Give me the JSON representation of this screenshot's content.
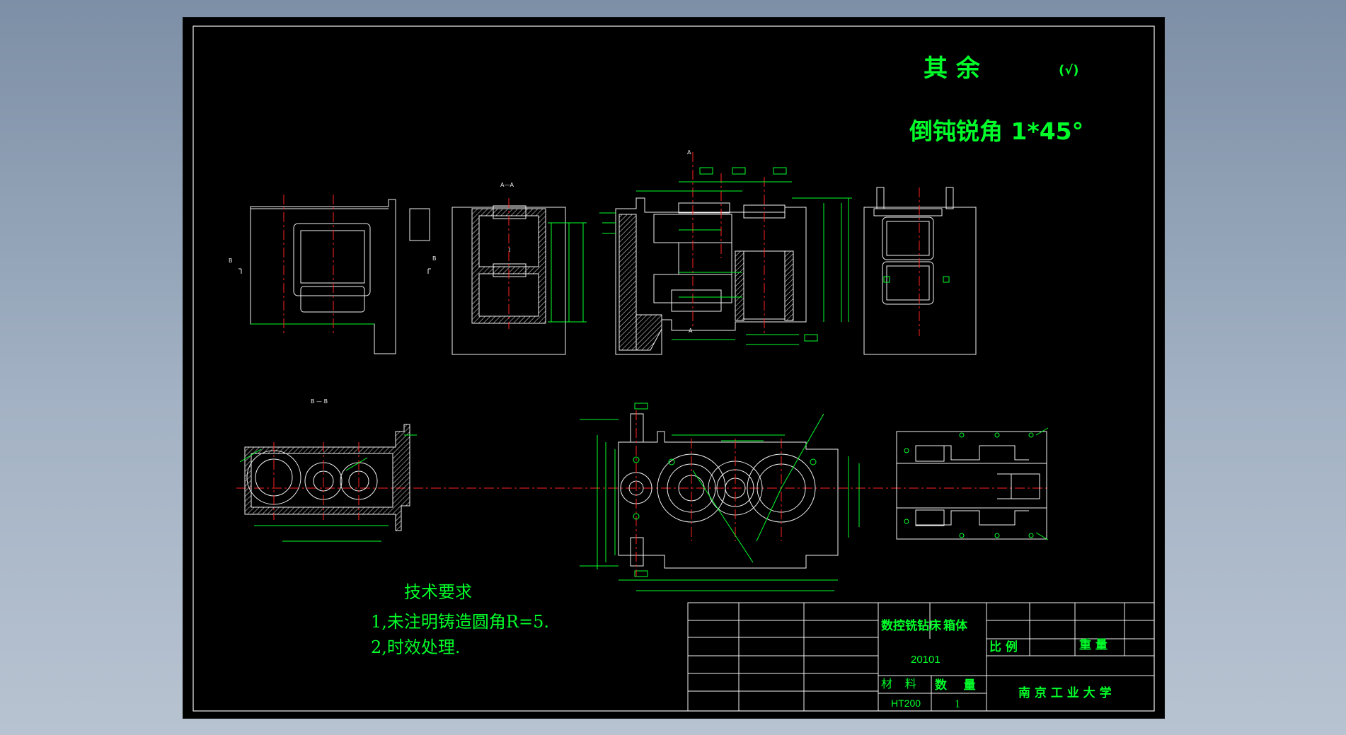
{
  "header": {
    "rest_label": "其 余",
    "roughness_symbol": "(√)",
    "chamfer_note": "倒钝锐角 1*45°"
  },
  "views": {
    "section_aa_label": "A—A",
    "section_bb_label": "B — B",
    "marker_a_top": "A",
    "marker_a_bottom": "A",
    "marker_b_left": "B",
    "marker_b_right": "B",
    "marker_i": "I"
  },
  "tech_requirements": {
    "title": "技术要求",
    "items": [
      "1,未注明铸造圆角R=5.",
      "2,时效处理."
    ]
  },
  "title_block": {
    "machine_name": "数控铣钻床",
    "part_name": "箱体",
    "drawing_number": "20101",
    "scale_label": "比 例",
    "weight_label": "重 量",
    "material_label": "材    料",
    "quantity_label": "数    量",
    "material_value": "HT200",
    "quantity_value": "1",
    "school": "南 京 工 业 大 学"
  },
  "colors": {
    "background": "#000000",
    "primary_lines": "#00ff2a",
    "outline": "#f2f2f2",
    "center_lines": "#ff2222",
    "window_bg": "#9aaabc"
  }
}
